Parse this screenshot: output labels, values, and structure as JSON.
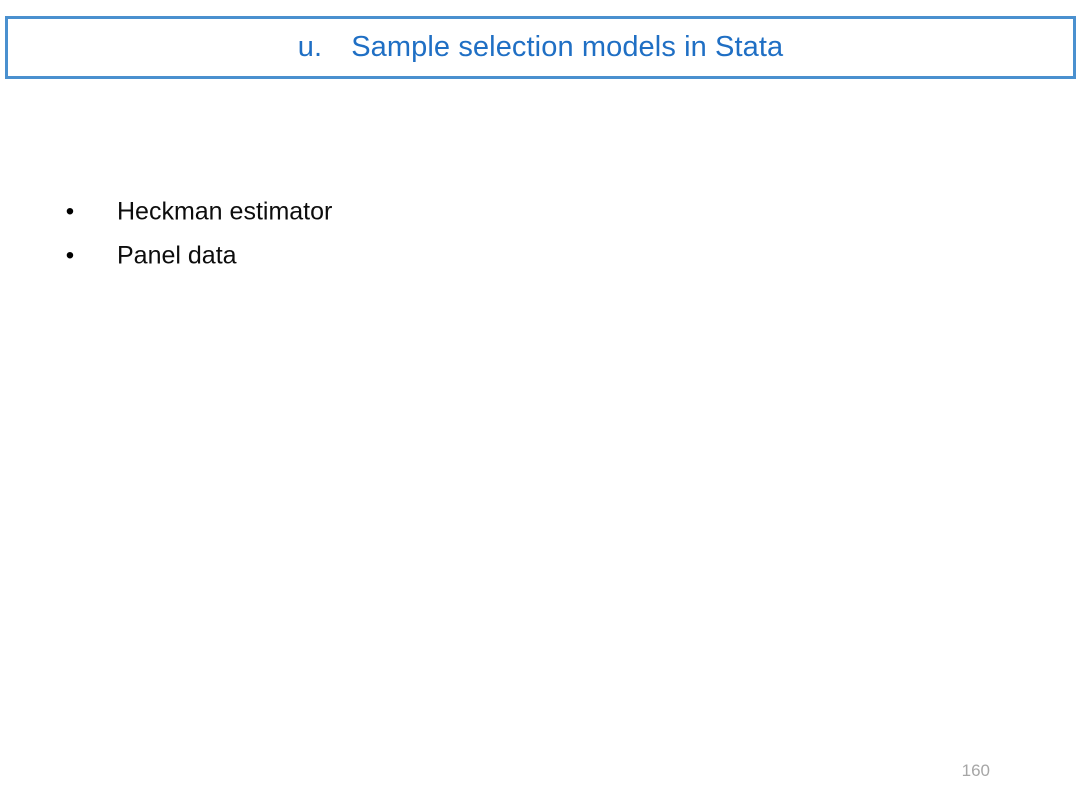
{
  "slide": {
    "title": {
      "marker": "u.",
      "text": "Sample selection models in Stata",
      "full": "u. Sample selection models in Stata",
      "color": "#1f6fc4",
      "border_color": "#4a90cf"
    },
    "body": {
      "bullet_glyph": "•",
      "items": [
        {
          "label": "Heckman estimator"
        },
        {
          "label": "Panel data"
        }
      ],
      "text_color": "#0d0d0d"
    },
    "footer": {
      "page_number": "160",
      "color": "#a6a6a6"
    },
    "background": "#ffffff"
  }
}
